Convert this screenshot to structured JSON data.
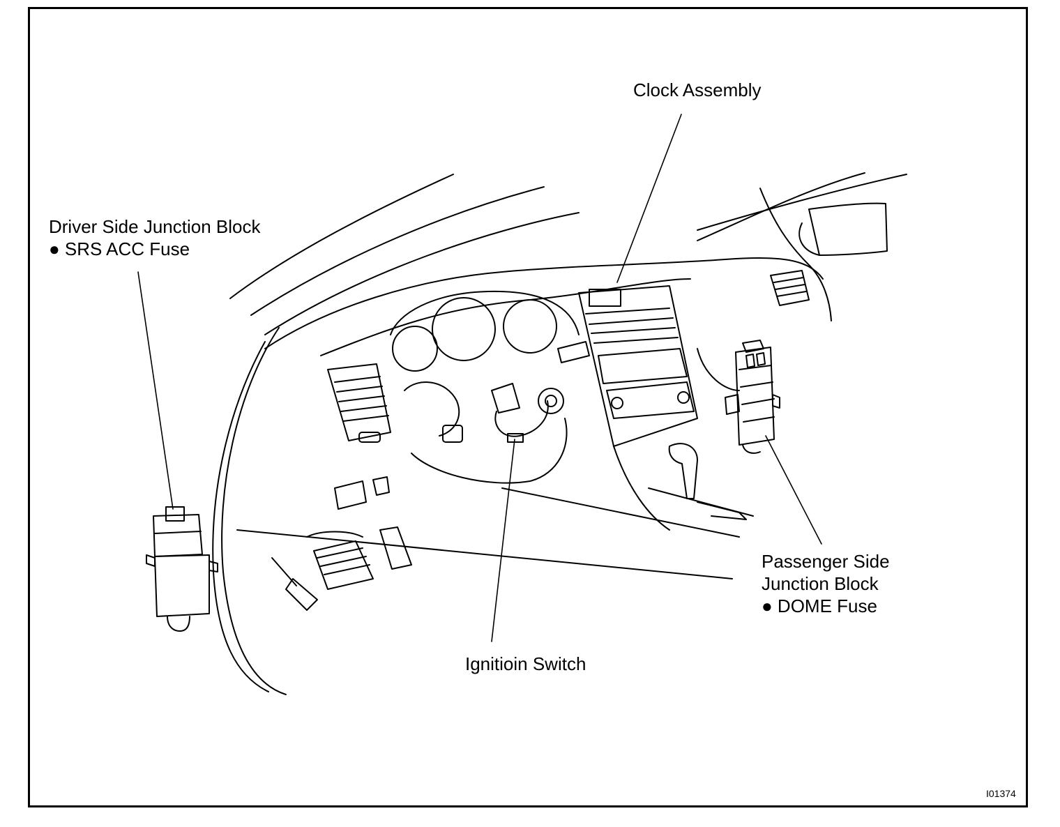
{
  "labels": {
    "clock_assembly": "Clock Assembly",
    "driver_block_title": "Driver Side Junction Block",
    "driver_block_fuse": "● SRS ACC Fuse",
    "passenger_block_line1": "Passenger Side",
    "passenger_block_line2": "Junction Block",
    "passenger_block_fuse": "● DOME Fuse",
    "ignition_switch": "Ignitioin Switch"
  },
  "figure_id": "I01374",
  "colors": {
    "ink": "#000000",
    "paper": "#ffffff"
  }
}
